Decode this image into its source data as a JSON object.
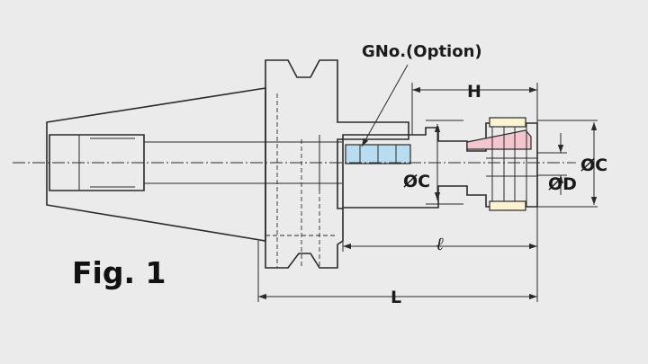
{
  "figure": {
    "title": "Fig. 1"
  },
  "callout": {
    "gno_option": "GNo.(Option)"
  },
  "dimensions": {
    "H": "H",
    "l": "ℓ",
    "L": "L",
    "phiC_inner": "ØC",
    "phiC_outer": "ØC",
    "phiD": "ØD"
  },
  "colors": {
    "background": "#ebebeb",
    "body_fill": "#fcf3d2",
    "gno_fill": "#b9dcf0",
    "collet_fill": "#f3c5cf",
    "line": "#2a2a2a"
  }
}
